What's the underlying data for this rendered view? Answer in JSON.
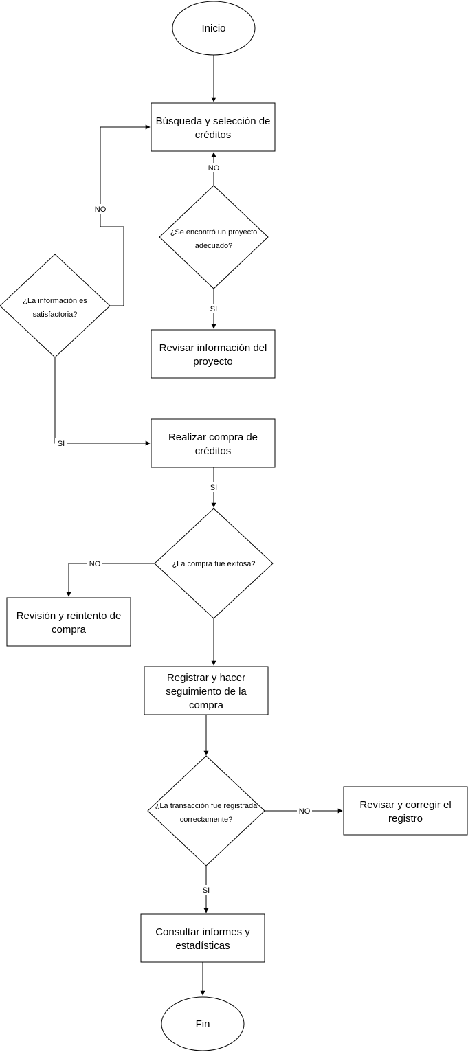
{
  "nodes": {
    "start": "Inicio",
    "search": [
      "Búsqueda y selección de",
      "créditos"
    ],
    "q_project": [
      "¿Se encontró un proyecto",
      "adecuado?"
    ],
    "review_info": [
      "Revisar información del",
      "proyecto"
    ],
    "q_info": [
      "¿La información es",
      "satisfactoria?"
    ],
    "buy": [
      "Realizar compra de",
      "créditos"
    ],
    "q_buy": "¿La compra fue exitosa?",
    "retry": [
      "Revisión y reintento de",
      "compra"
    ],
    "register": [
      "Registrar y hacer",
      "seguimiento de la",
      "compra"
    ],
    "q_tx": [
      "¿La transacción fue registrada",
      "correctamente?"
    ],
    "fix": [
      "Revisar y corregir el",
      "registro"
    ],
    "reports": [
      "Consultar informes y",
      "estadísticas"
    ],
    "end": "Fin"
  },
  "edge_labels": {
    "no_project": "NO",
    "si_project": "SI",
    "no_info": "NO",
    "si_info": "SI",
    "si_buy_top": "SI",
    "no_buy": "NO",
    "no_tx": "NO",
    "si_tx": "SI"
  }
}
